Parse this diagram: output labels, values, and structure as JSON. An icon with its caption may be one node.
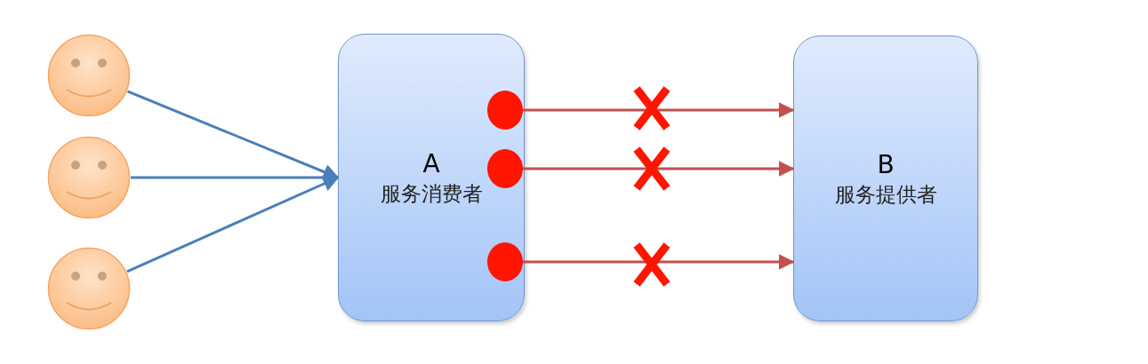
{
  "diagram": {
    "nodes": [
      {
        "text": [],
        "shape": "person"
      },
      {
        "text": [],
        "shape": "person"
      },
      {
        "text": [],
        "shape": "person"
      },
      {
        "text": [
          "A",
          "服务消费者"
        ]
      },
      {
        "text": [],
        "shape": "circle",
        "in": 3
      },
      {
        "text": [],
        "shape": "circle",
        "in": 3
      },
      {
        "text": [],
        "shape": "circle",
        "in": 3
      },
      {
        "text": [
          "B",
          "服务提供者"
        ]
      }
    ],
    "edges": [
      {
        "from": 0,
        "to": 3,
        "arrow": "to",
        "color": "#4a7ebb"
      },
      {
        "from": 1,
        "to": 3,
        "arrow": "to",
        "color": "#4a7ebb"
      },
      {
        "from": 2,
        "to": 3,
        "arrow": "to",
        "color": "#4a7ebb"
      },
      {
        "from": 4,
        "to": 7,
        "arrow": "to",
        "color": "#c0504d"
      },
      {
        "from": 5,
        "to": 7,
        "arrow": "to",
        "color": "#c0504d"
      },
      {
        "from": 6,
        "to": 7,
        "arrow": "to",
        "color": "#c0504d"
      }
    ]
  }
}
